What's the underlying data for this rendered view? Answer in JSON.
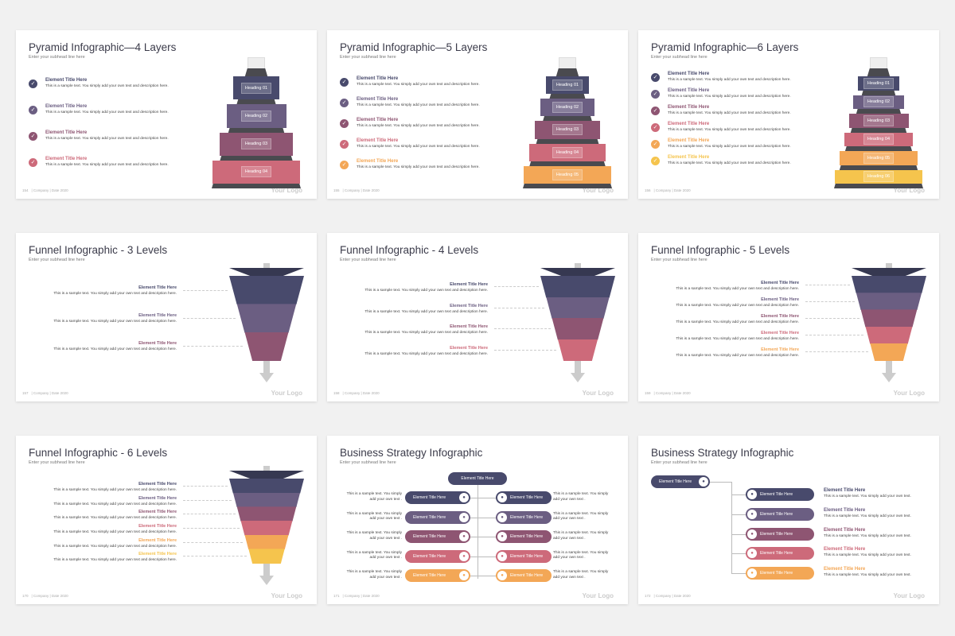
{
  "colors": {
    "c1": "#484a6c",
    "c2": "#6b5e82",
    "c3": "#8e5572",
    "c4": "#cd6a7a",
    "c5": "#f3a756",
    "c6": "#f5c44d"
  },
  "common": {
    "subhead": "Enter your subhead line here",
    "logo": "Your Logo",
    "company": "| Company | Date 2020",
    "element_title": "Element Title Here",
    "desc": "This is a sample text. You simply add your own text and description here.",
    "bs_desc_a": "This is a sample text. You simply",
    "bs_desc_b": "add your own text .",
    "bs_desc_full": "This is a sample text. You simply add your own text."
  },
  "slides": [
    {
      "title": "Pyramid Infographic—4 Layers",
      "page": "154",
      "levels": [
        "Heading 01",
        "Heading 02",
        "Heading 03",
        "Heading 04"
      ]
    },
    {
      "title": "Pyramid Infographic—5 Layers",
      "page": "155",
      "levels": [
        "Heading 01",
        "Heading 02",
        "Heading 03",
        "Heading 04",
        "Heading 05"
      ]
    },
    {
      "title": "Pyramid Infographic—6 Layers",
      "page": "156",
      "levels": [
        "Heading 01",
        "Heading 02",
        "Heading 03",
        "Heading 04",
        "Heading 05",
        "Heading 06"
      ]
    },
    {
      "title": "Funnel Infographic - 3 Levels",
      "page": "157"
    },
    {
      "title": "Funnel Infographic - 4 Levels",
      "page": "158"
    },
    {
      "title": "Funnel Infographic - 5 Levels",
      "page": "159"
    },
    {
      "title": "Funnel Infographic - 6 Levels",
      "page": "170"
    },
    {
      "title": "Business Strategy Infographic",
      "page": "171"
    },
    {
      "title": "Business Strategy Infographic",
      "page": "172"
    }
  ]
}
